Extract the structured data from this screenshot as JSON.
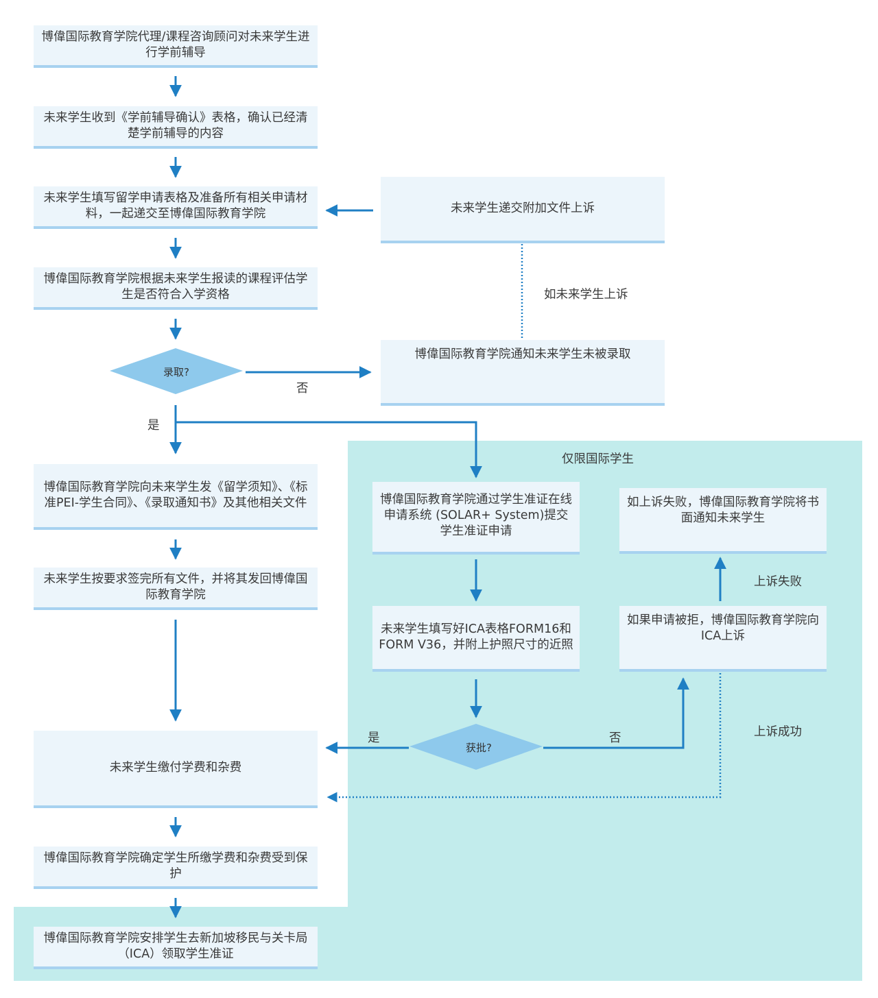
{
  "flow": {
    "step1": "博偉国际教育学院代理/课程咨询顾问对未来学生进行学前辅导",
    "step2": "未来学生收到《学前辅导确认》表格，确认已经清楚学前辅导的内容",
    "step3": "未来学生填写留学申请表格及准备所有相关申请材料，一起递交至博偉国际教育学院",
    "step4": "博偉国际教育学院根据未来学生报读的课程评估学生是否符合入学资格",
    "decision_admit": "录取?",
    "yes_label_1": "是",
    "no_label_1": "否",
    "reject_notice": "博偉国际教育学院通知未来学生未被录取",
    "appeal_condition": "如未来学生上诉",
    "appeal_submit": "未来学生递交附加文件上诉",
    "step5": "博偉国际教育学院向未来学生发《留学须知》、《标准PEI-学生合同》、《录取通知书》及其他相关文件",
    "step6": "未来学生按要求签完所有文件，并将其发回博偉国际教育学院",
    "step7": "未来学生缴付学费和杂费",
    "step8": "博偉国际教育学院确定学生所缴学费和杂费受到保护",
    "step9": "博偉国际教育学院安排学生去新加坡移民与关卡局（ICA）领取学生准证"
  },
  "international": {
    "title": "仅限国际学生",
    "solar": "博偉国际教育学院通过学生准证在线申请系统 (SOLAR+ System)提交学生准证申请",
    "ica_form": "未来学生填写好ICA表格FORM16和FORM V36，并附上护照尺寸的近照",
    "decision_approve": "获批?",
    "yes_label_2": "是",
    "no_label_2": "否",
    "rejected_appeal": "如果申请被拒，博偉国际教育学院向ICA上诉",
    "appeal_fail_label": "上诉失败",
    "appeal_success_label": "上诉成功",
    "appeal_fail_notice": "如上诉失败，博偉国际教育学院将书面通知未来学生"
  },
  "colors": {
    "box_fill": "#ecf5fb",
    "box_border": "#a7d2f0",
    "arrow": "#1f7fc4",
    "diamond": "#8ec9ec",
    "region": "#c2ecec"
  }
}
